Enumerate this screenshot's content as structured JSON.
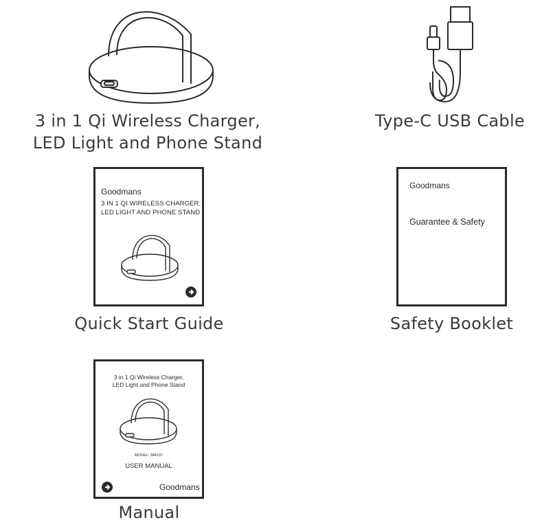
{
  "items": {
    "charger": {
      "caption_line1": "3 in 1 Qi Wireless Charger,",
      "caption_line2": "LED Light and Phone Stand"
    },
    "cable": {
      "caption": "Type-C USB Cable"
    },
    "quick_start": {
      "caption": "Quick Start Guide",
      "brand": "Goodmans",
      "title_line1": "3 IN 1 QI WIRELESS CHARGER,",
      "title_line2": "LED LIGHT AND PHONE STAND"
    },
    "safety": {
      "caption": "Safety Booklet",
      "brand": "Goodmans",
      "title": "Guarantee & Safety"
    },
    "manual": {
      "caption": "Manual",
      "title_line1": "3 in 1 Qi Wireless Charger,",
      "title_line2": "LED Light and Phone Stand",
      "model": "MODEL: 384137",
      "subtitle": "USER MANUAL",
      "brand": "Goodmans"
    }
  },
  "icons": [
    "charger-icon",
    "usb-cable-icon",
    "logo-icon"
  ]
}
